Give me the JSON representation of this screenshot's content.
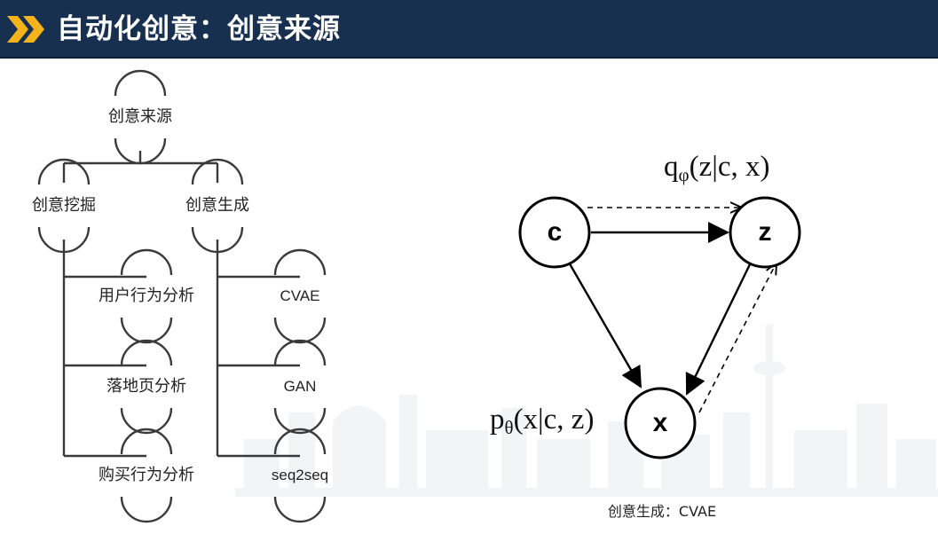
{
  "header": {
    "title": "自动化创意：创意来源",
    "accent_color": "#f5b41c",
    "background_color": "#18304f"
  },
  "tree": {
    "root": "创意来源",
    "branches": [
      {
        "label": "创意挖掘",
        "children": [
          "用户行为分析",
          "落地页分析",
          "购买行为分析"
        ]
      },
      {
        "label": "创意生成",
        "children": [
          "CVAE",
          "GAN",
          "seq2seq"
        ]
      }
    ]
  },
  "graph": {
    "nodes": {
      "c": "c",
      "z": "z",
      "x": "x"
    },
    "encoder": {
      "p": "q",
      "sub": "φ",
      "args": "(z|c, x)"
    },
    "decoder": {
      "p": "p",
      "sub": "θ",
      "args": "(x|c, z)"
    },
    "caption": "创意生成：CVAE"
  }
}
